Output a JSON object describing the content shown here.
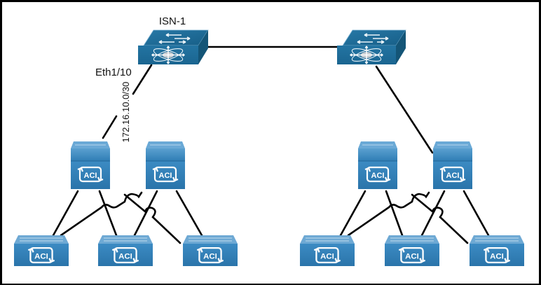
{
  "diagram": {
    "colors": {
      "device_top": "#2d7bb0",
      "device_front": "#2f7fb8",
      "isn_top": "#1f6d99",
      "isn_front": "#1d6a93",
      "cable": "#000000"
    },
    "isn_switches": [
      {
        "id": "isn-1",
        "label": "ISN-1"
      },
      {
        "id": "isn-2",
        "label": ""
      }
    ],
    "links": {
      "isn1_port_label": "Eth1/10",
      "isn1_subnet_label": "172.16.10.0/30"
    },
    "pods": [
      {
        "id": "pod-left",
        "spines": [
          {
            "id": "spine-1",
            "badge": "ACI"
          },
          {
            "id": "spine-2",
            "badge": "ACI"
          }
        ],
        "leaves": [
          {
            "id": "leaf-1",
            "badge": "ACI"
          },
          {
            "id": "leaf-2",
            "badge": "ACI"
          },
          {
            "id": "leaf-3",
            "badge": "ACI"
          }
        ]
      },
      {
        "id": "pod-right",
        "spines": [
          {
            "id": "spine-3",
            "badge": "ACI"
          },
          {
            "id": "spine-4",
            "badge": "ACI"
          }
        ],
        "leaves": [
          {
            "id": "leaf-4",
            "badge": "ACI"
          },
          {
            "id": "leaf-5",
            "badge": "ACI"
          },
          {
            "id": "leaf-6",
            "badge": "ACI"
          }
        ]
      }
    ]
  }
}
